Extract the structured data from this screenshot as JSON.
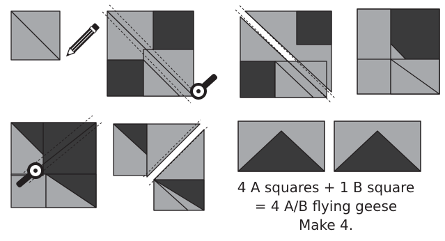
{
  "colors": {
    "light": "#a7a9ac",
    "dark": "#3a3a3b",
    "outline": "#231f20",
    "background": "#ffffff"
  },
  "icons": [
    "pencil-icon",
    "rotary-cutter-icon"
  ],
  "caption": {
    "line1": "4 A squares + 1 B square",
    "line2": "= 4 A/B flying geese",
    "line3": "Make 4."
  }
}
